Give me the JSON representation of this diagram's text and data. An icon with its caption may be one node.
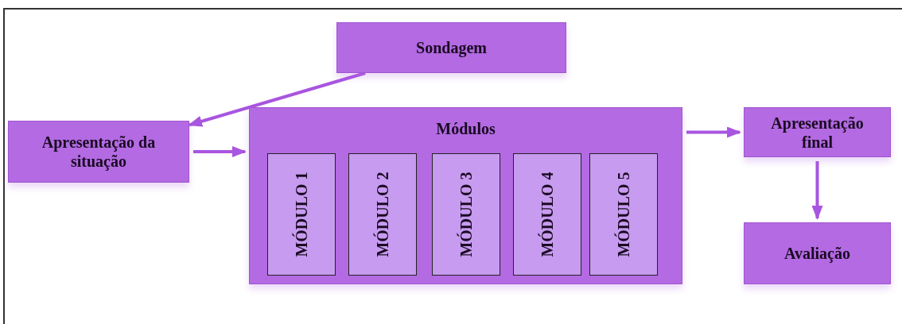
{
  "diagram": {
    "nodes": [
      {
        "text": [
          "Sondagem"
        ]
      },
      {
        "text": [
          "Apresentação da situação"
        ]
      },
      {
        "text": [
          "Módulos"
        ]
      },
      {
        "text": [
          "MÓDULO 1"
        ],
        "in": 2
      },
      {
        "text": [
          "MÓDULO 2"
        ],
        "in": 2
      },
      {
        "text": [
          "MÓDULO 3"
        ],
        "in": 2
      },
      {
        "text": [
          "MÓDULO 4"
        ],
        "in": 2
      },
      {
        "text": [
          "MÓDULO 5"
        ],
        "in": 2
      },
      {
        "text": [
          "Apresentação final"
        ]
      },
      {
        "text": [
          "Avaliação"
        ]
      }
    ],
    "edges": [
      {
        "from": 0,
        "to": 1,
        "arrow": "to"
      },
      {
        "from": 1,
        "to": 2,
        "arrow": "to"
      },
      {
        "from": 2,
        "to": 8,
        "arrow": "to"
      },
      {
        "from": 8,
        "to": 9,
        "arrow": "to"
      }
    ]
  }
}
